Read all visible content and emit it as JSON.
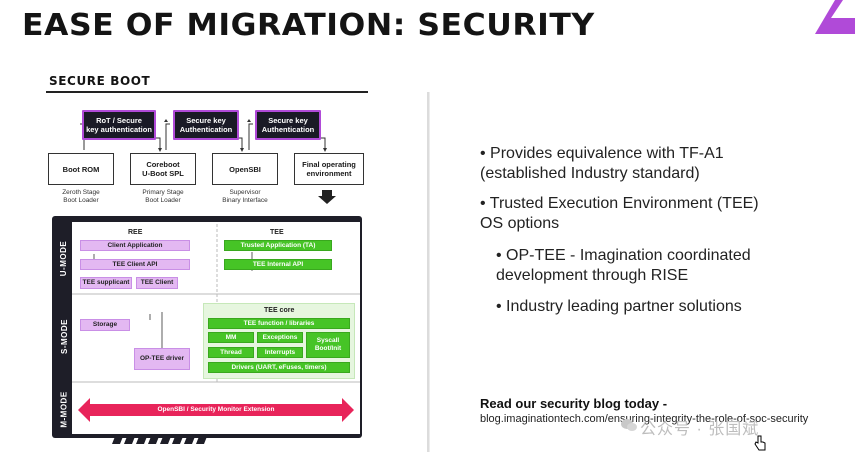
{
  "title": "EASE OF MIGRATION: SECURITY",
  "diagram": {
    "section_title": "SECURE BOOT",
    "auth_boxes": [
      "RoT / Secure\nkey authentication",
      "Secure key\nAuthentication",
      "Secure key\nAuthentication"
    ],
    "stages": [
      {
        "name": "Boot ROM",
        "caption": "Zeroth Stage\nBoot Loader"
      },
      {
        "name": "Coreboot\nU-Boot SPL",
        "caption": "Primary Stage\nBoot Loader"
      },
      {
        "name": "OpenSBI",
        "caption": "Supervisor\nBinary Interface"
      },
      {
        "name": "Final operating\nenvironment",
        "caption": ""
      }
    ],
    "modes": [
      "U-MODE",
      "S-MODE",
      "M-MODE"
    ],
    "ree": {
      "title": "REE",
      "client_application": "Client Application",
      "client_api": "TEE Client API",
      "supplicant": "TEE supplicant",
      "tee_client": "TEE Client",
      "storage": "Storage",
      "optee_driver": "OP-TEE driver"
    },
    "tee": {
      "title": "TEE",
      "trusted_app": "Trusted Application (TA)",
      "internal_api": "TEE Internal API",
      "core": "TEE core",
      "functions": "TEE function / libraries",
      "mm": "MM",
      "exceptions": "Exceptions",
      "syscall": "Syscall\nBoot/Init",
      "thread": "Thread",
      "interrupts": "Interrupts",
      "drivers": "Drivers (UART, eFuses, timers)"
    },
    "opensbi_bar": "OpenSBI / Security Monitor Extension"
  },
  "bullets": [
    "Provides equivalence with TF-A1\n(established Industry standard)",
    "Trusted Execution Environment (TEE)\nOS options",
    "OP-TEE - Imagination coordinated\ndevelopment through RISE",
    "Industry leading partner solutions"
  ],
  "blog": {
    "heading": "Read our security blog today -",
    "url": "blog.imaginationtech.com/ensuring-integrity-the-role-of-soc-security"
  },
  "watermark": "公众号 · 张国斌",
  "colors": {
    "accent_purple": "#b04ad8",
    "light_purple": "#e3b8f2",
    "green": "#46c426",
    "dark": "#1e1e28",
    "red_bar": "#e8245a"
  }
}
